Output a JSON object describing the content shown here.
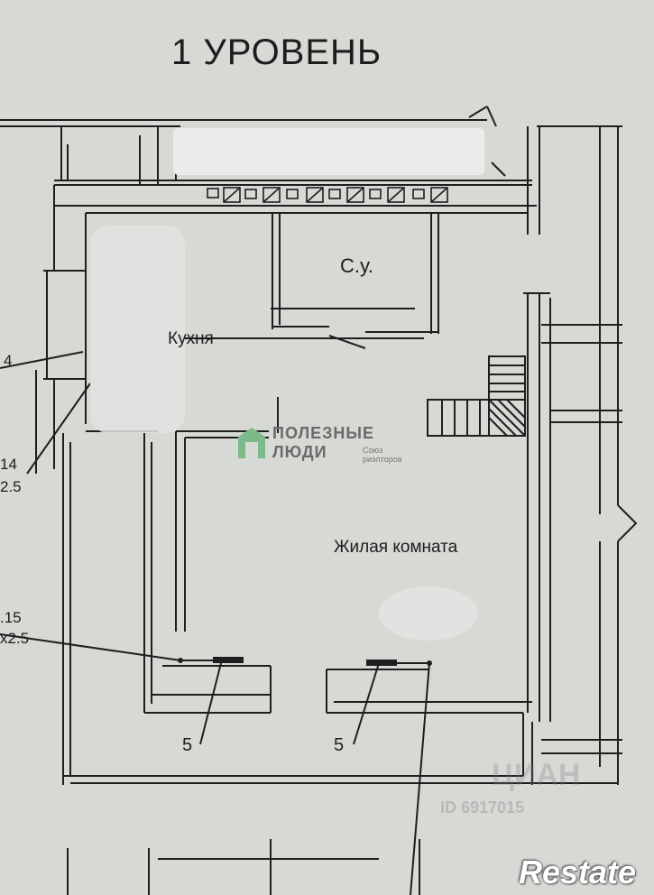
{
  "title": "1 УРОВЕНЬ",
  "rooms": {
    "bathroom": "С.у.",
    "kitchen": "Кухня",
    "living": "Жилая комната"
  },
  "dimensions": {
    "left_a": "4",
    "left_b1": "14",
    "left_b2": "2.5",
    "left_c1": ".15",
    "left_c2": "x2.5",
    "rad_left": "5",
    "rad_right": "5"
  },
  "watermark": {
    "line1": "ПОЛЕЗНЫЕ",
    "line2": "ЛЮДИ",
    "sub1": "Союз",
    "sub2": "риэлторов",
    "ghost": "ЦИАН",
    "ghost_id": "ID 6917015",
    "brand": "Restate"
  },
  "colors": {
    "paper": "#d7d9d5",
    "ink": "#1d1d1d",
    "watermark_green": "#7dba8a"
  }
}
